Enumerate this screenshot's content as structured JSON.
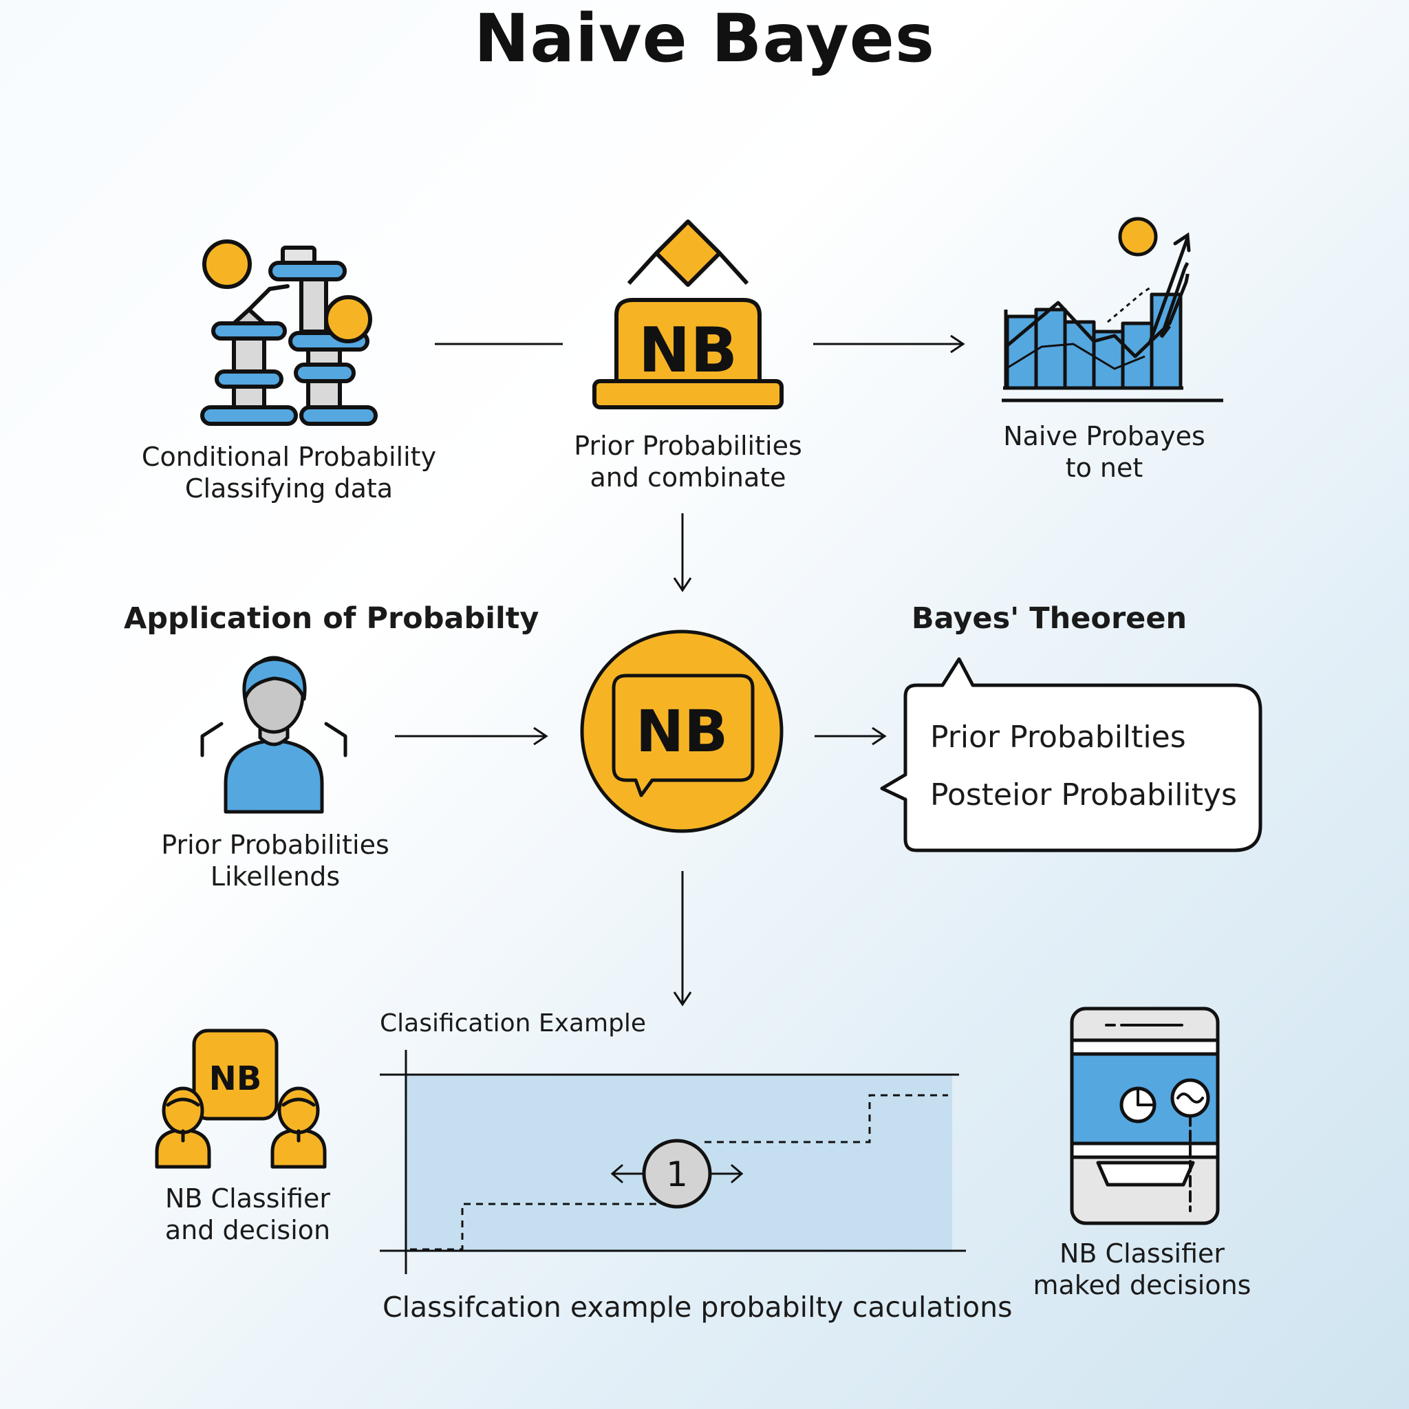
{
  "title": "Naive Bayes",
  "top_row": {
    "left": {
      "line1": "Conditional Probability",
      "line2": "Classifying data"
    },
    "center": {
      "badge": "NB",
      "line1": "Prior Probabilities",
      "line2": "and combinate"
    },
    "right": {
      "line1": "Naive Probayes",
      "line2": "to net"
    }
  },
  "middle_row": {
    "left_heading": "Application of Probabilty",
    "left": {
      "line1": "Prior Probabilities",
      "line2": "Likellends"
    },
    "center_badge": "NB",
    "right_heading": "Bayes' Theoreen",
    "bubble": {
      "line1": "Prior Probabilties",
      "line2": "Posteior Probabilitys"
    }
  },
  "bottom_row": {
    "left": {
      "badge": "NB",
      "line1": "NB Classifier",
      "line2": "and decision"
    },
    "example_title": "Clasification Example",
    "example_node": "1",
    "example_caption": "Classifcation example probabilty caculations",
    "right": {
      "line1": "NB Classifier",
      "line2": "maked decisions"
    }
  },
  "colors": {
    "accent_yellow": "#f6b425",
    "accent_blue": "#55a7e0",
    "light_blue_fill": "#c5dff0",
    "ink": "#111111"
  }
}
